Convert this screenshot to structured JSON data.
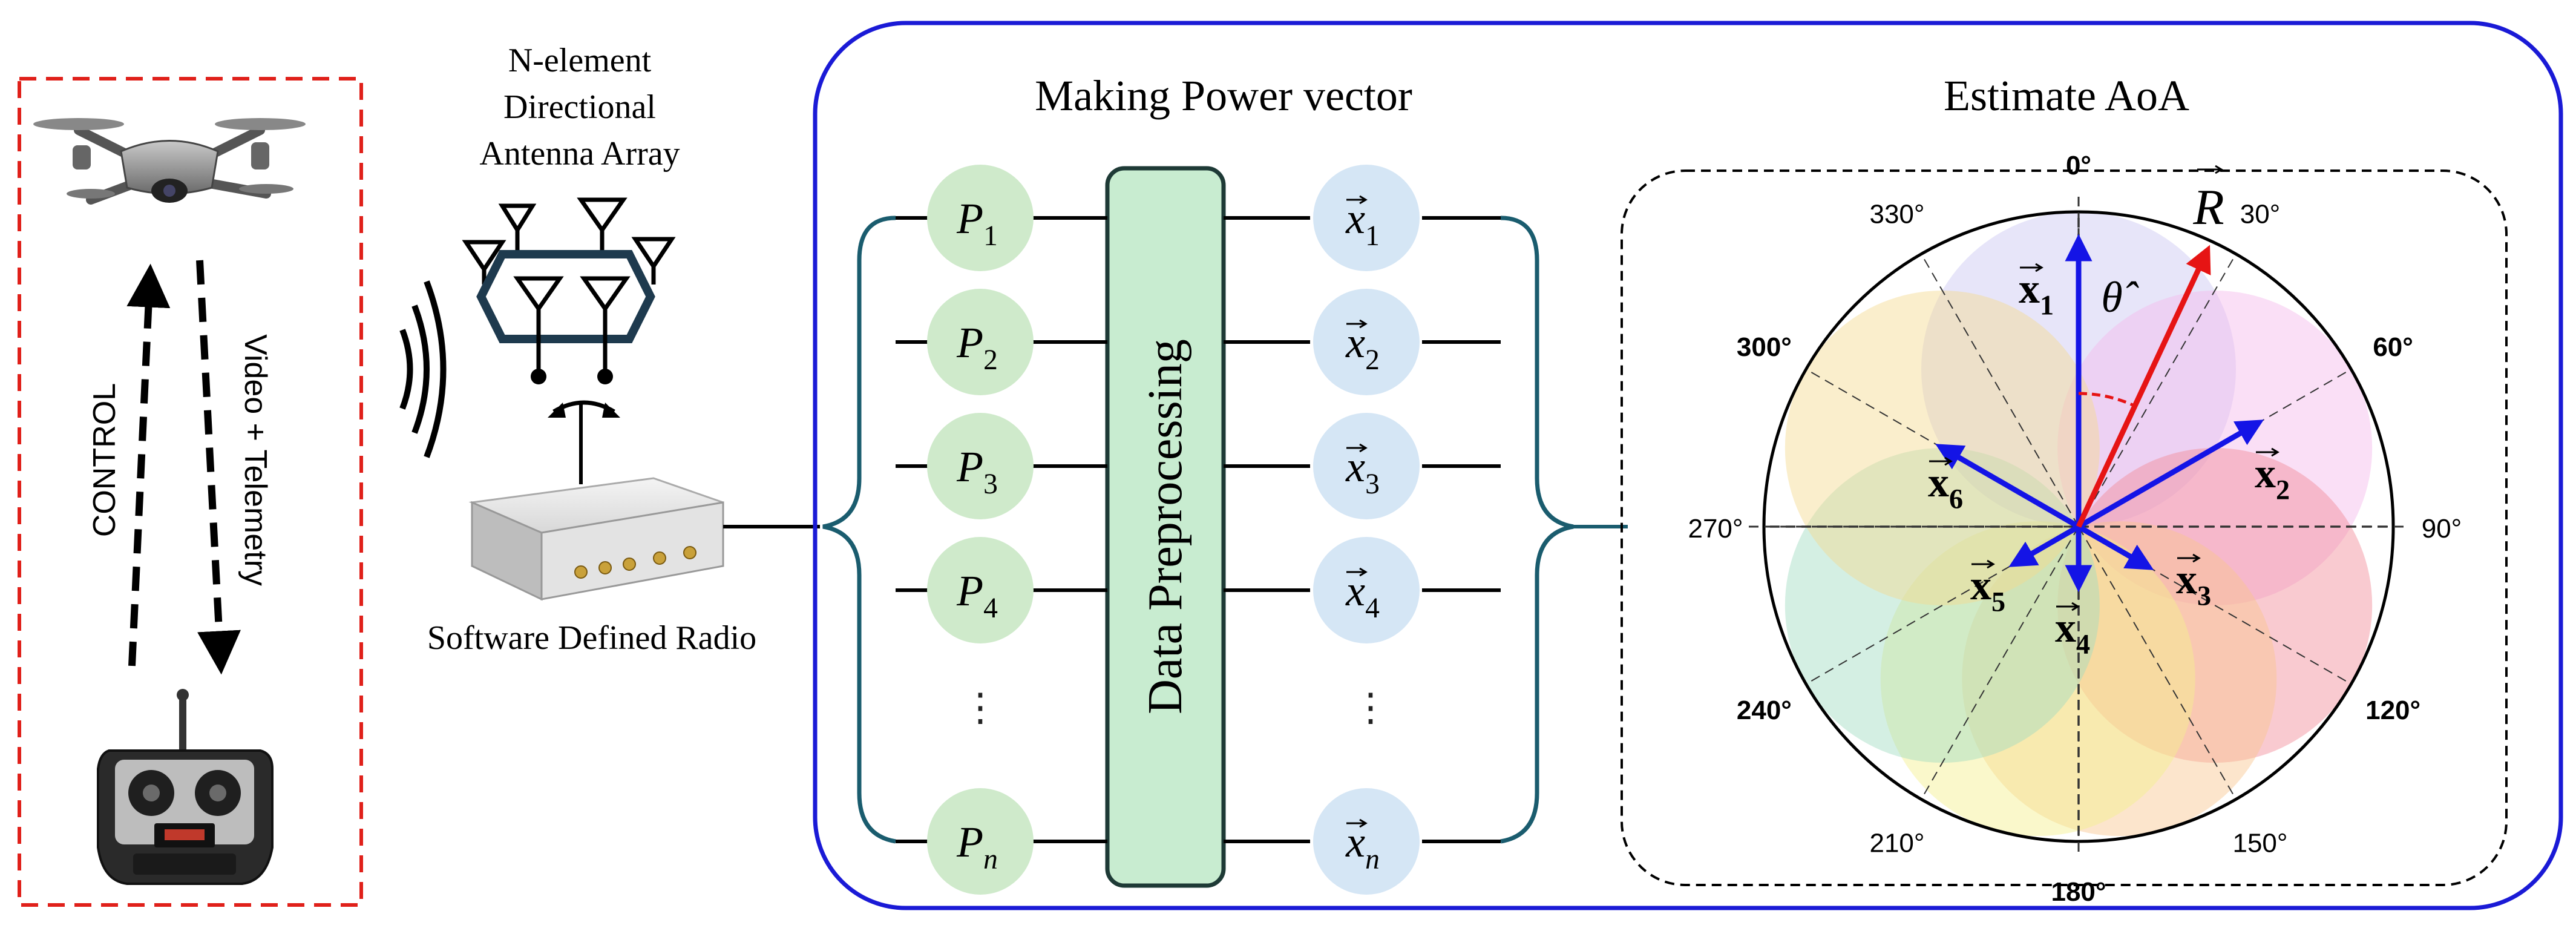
{
  "left_panel": {
    "control_label": "CONTROL",
    "telemetry_label": "Video + Telemetry"
  },
  "antenna": {
    "title_lines": [
      "N-element",
      "Directional",
      "Antenna Array"
    ]
  },
  "radio": {
    "label": "Software Defined Radio"
  },
  "power_vector": {
    "title": "Making Power vector",
    "preprocessing_label": "Data Preprocessing",
    "powers": [
      {
        "base": "P",
        "sub": "1"
      },
      {
        "base": "P",
        "sub": "2"
      },
      {
        "base": "P",
        "sub": "3"
      },
      {
        "base": "P",
        "sub": "4"
      },
      {
        "base": "P",
        "sub": "n"
      }
    ],
    "vectors": [
      {
        "base": "x",
        "sub": "1"
      },
      {
        "base": "x",
        "sub": "2"
      },
      {
        "base": "x",
        "sub": "3"
      },
      {
        "base": "x",
        "sub": "4"
      },
      {
        "base": "x",
        "sub": "n"
      }
    ],
    "ellipsis": "⋮"
  },
  "aoa": {
    "title": "Estimate AoA",
    "angle_labels": [
      "0°",
      "30°",
      "60°",
      "90°",
      "120°",
      "150°",
      "180°",
      "210°",
      "240°",
      "270°",
      "300°",
      "330°"
    ],
    "lobe_colors": [
      "#c9c6f2",
      "#f4b8ea",
      "#f28a96",
      "#f9c58e",
      "#f3f08c",
      "#9fdcc0",
      "#f5d98f"
    ],
    "vector_labels": [
      {
        "base": "x",
        "sub": "1"
      },
      {
        "base": "x",
        "sub": "2"
      },
      {
        "base": "x",
        "sub": "3"
      },
      {
        "base": "x",
        "sub": "4"
      },
      {
        "base": "x",
        "sub": "5"
      },
      {
        "base": "x",
        "sub": "6"
      }
    ],
    "resultant_label": "R",
    "theta_label": "θ̂",
    "vector_color": "#1414e6",
    "resultant_color": "#e61414"
  },
  "colors": {
    "frame_blue": "#1a1ad6",
    "dashed_red": "#e0201a",
    "power_circle": "#cfeacb",
    "vector_circle": "#d5e6f5",
    "preproc_fill": "#c8ecd0",
    "preproc_stroke": "#1e3a36",
    "brace": "#1a5c6e"
  }
}
